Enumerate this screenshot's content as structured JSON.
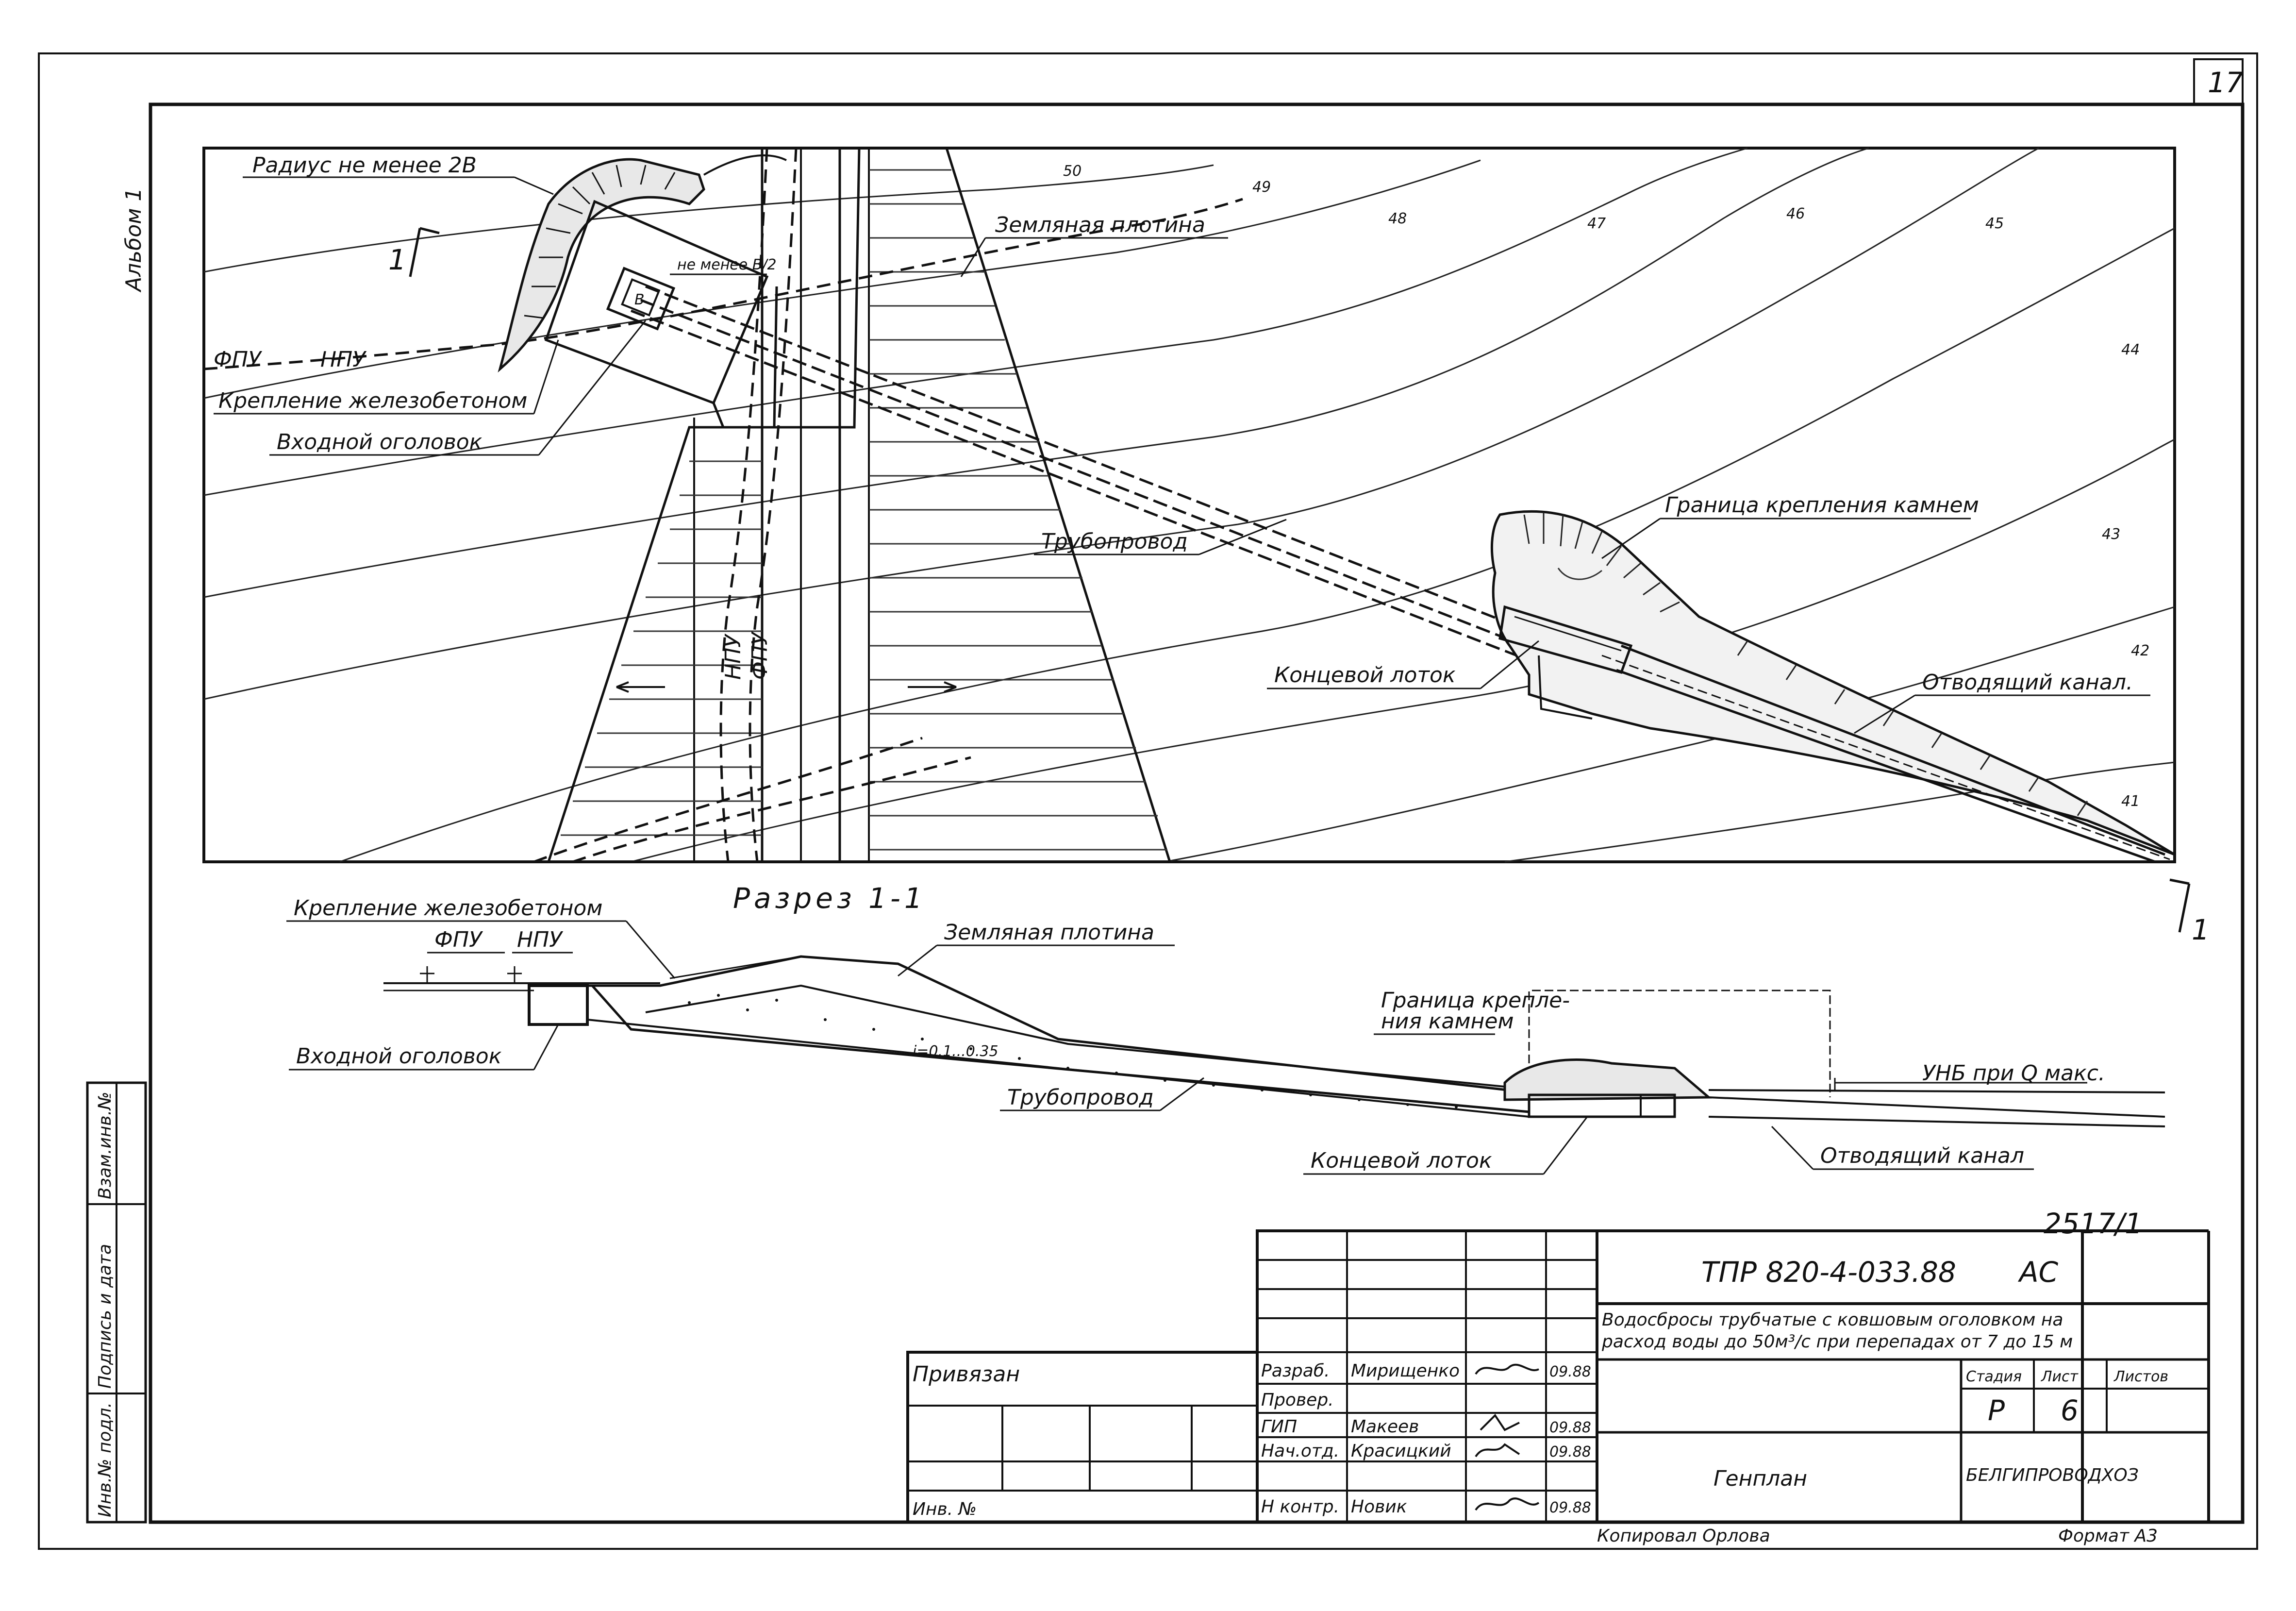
{
  "sheet": {
    "number": "17",
    "album": "Альбом 1"
  },
  "plan": {
    "labels": {
      "radius": "Радиус не менее 2В",
      "half_b": "не менее В/2",
      "b": "В",
      "earth_dam": "Земляная плотина",
      "fpu": "ФПУ",
      "npu": "НПУ",
      "rc_lining": "Крепление железобетоном",
      "inlet": "Входной оголовок",
      "pipeline": "Трубопровод",
      "stone_boundary": "Граница крепления камнем",
      "end_chute": "Концевой лоток",
      "outlet_canal": "Отводящий канал.",
      "npu_v": "НПУ",
      "fpu_v": "ФПУ",
      "section_mark": "1"
    },
    "contours": [
      "50",
      "49",
      "48",
      "47",
      "46",
      "45",
      "44",
      "43",
      "42",
      "41"
    ]
  },
  "section": {
    "title": "Разрез 1-1",
    "labels": {
      "rc_lining": "Крепление железобетоном",
      "fpu": "ФПУ",
      "npu": "НПУ",
      "earth_dam": "Земляная плотина",
      "stone_boundary": "Граница крепле-\nния камнем",
      "unb": "УНБ при Q макс.",
      "inlet": "Входной оголовок",
      "pipeline": "Трубопровод",
      "end_chute": "Концевой лоток",
      "outlet_canal": "Отводящий канал",
      "slope": "i=0.1...0.35"
    }
  },
  "stamp": {
    "sheet_code": "2517/1",
    "doc_code": "ТПР 820-4-033.88",
    "doc_suffix": "АС",
    "description_1": "Водосбросы трубчатые с ковшовым оголовком на",
    "description_2": "расход воды до 50м³/с при перепадах от 7 до 15 м",
    "stage_h": "Стадия",
    "list_h": "Лист",
    "lists_h": "Листов",
    "stage": "Р",
    "list": "6",
    "lists": "",
    "drawing_title": "Генплан",
    "organization": "БЕЛГИПРОВОДХОЗ",
    "tied": "Привязан",
    "inv": "Инв. №",
    "copied": "Копировал Орлова",
    "format": "Формат А3",
    "roles": [
      {
        "role": "Разраб.",
        "name": "Мирищенко",
        "date": "09.88"
      },
      {
        "role": "Провер.",
        "name": "",
        "date": ""
      },
      {
        "role": "ГИП",
        "name": "Макеев",
        "date": "09.88"
      },
      {
        "role": "Нач.отд.",
        "name": "Красицкий",
        "date": "09.88"
      },
      {
        "role": "Н контр.",
        "name": "Новик",
        "date": "09.88"
      }
    ],
    "side": {
      "inv_orig": "Инв.№ подл.",
      "sign_date": "Подпись и дата",
      "replace_inv": "Взам.инв.№"
    }
  }
}
